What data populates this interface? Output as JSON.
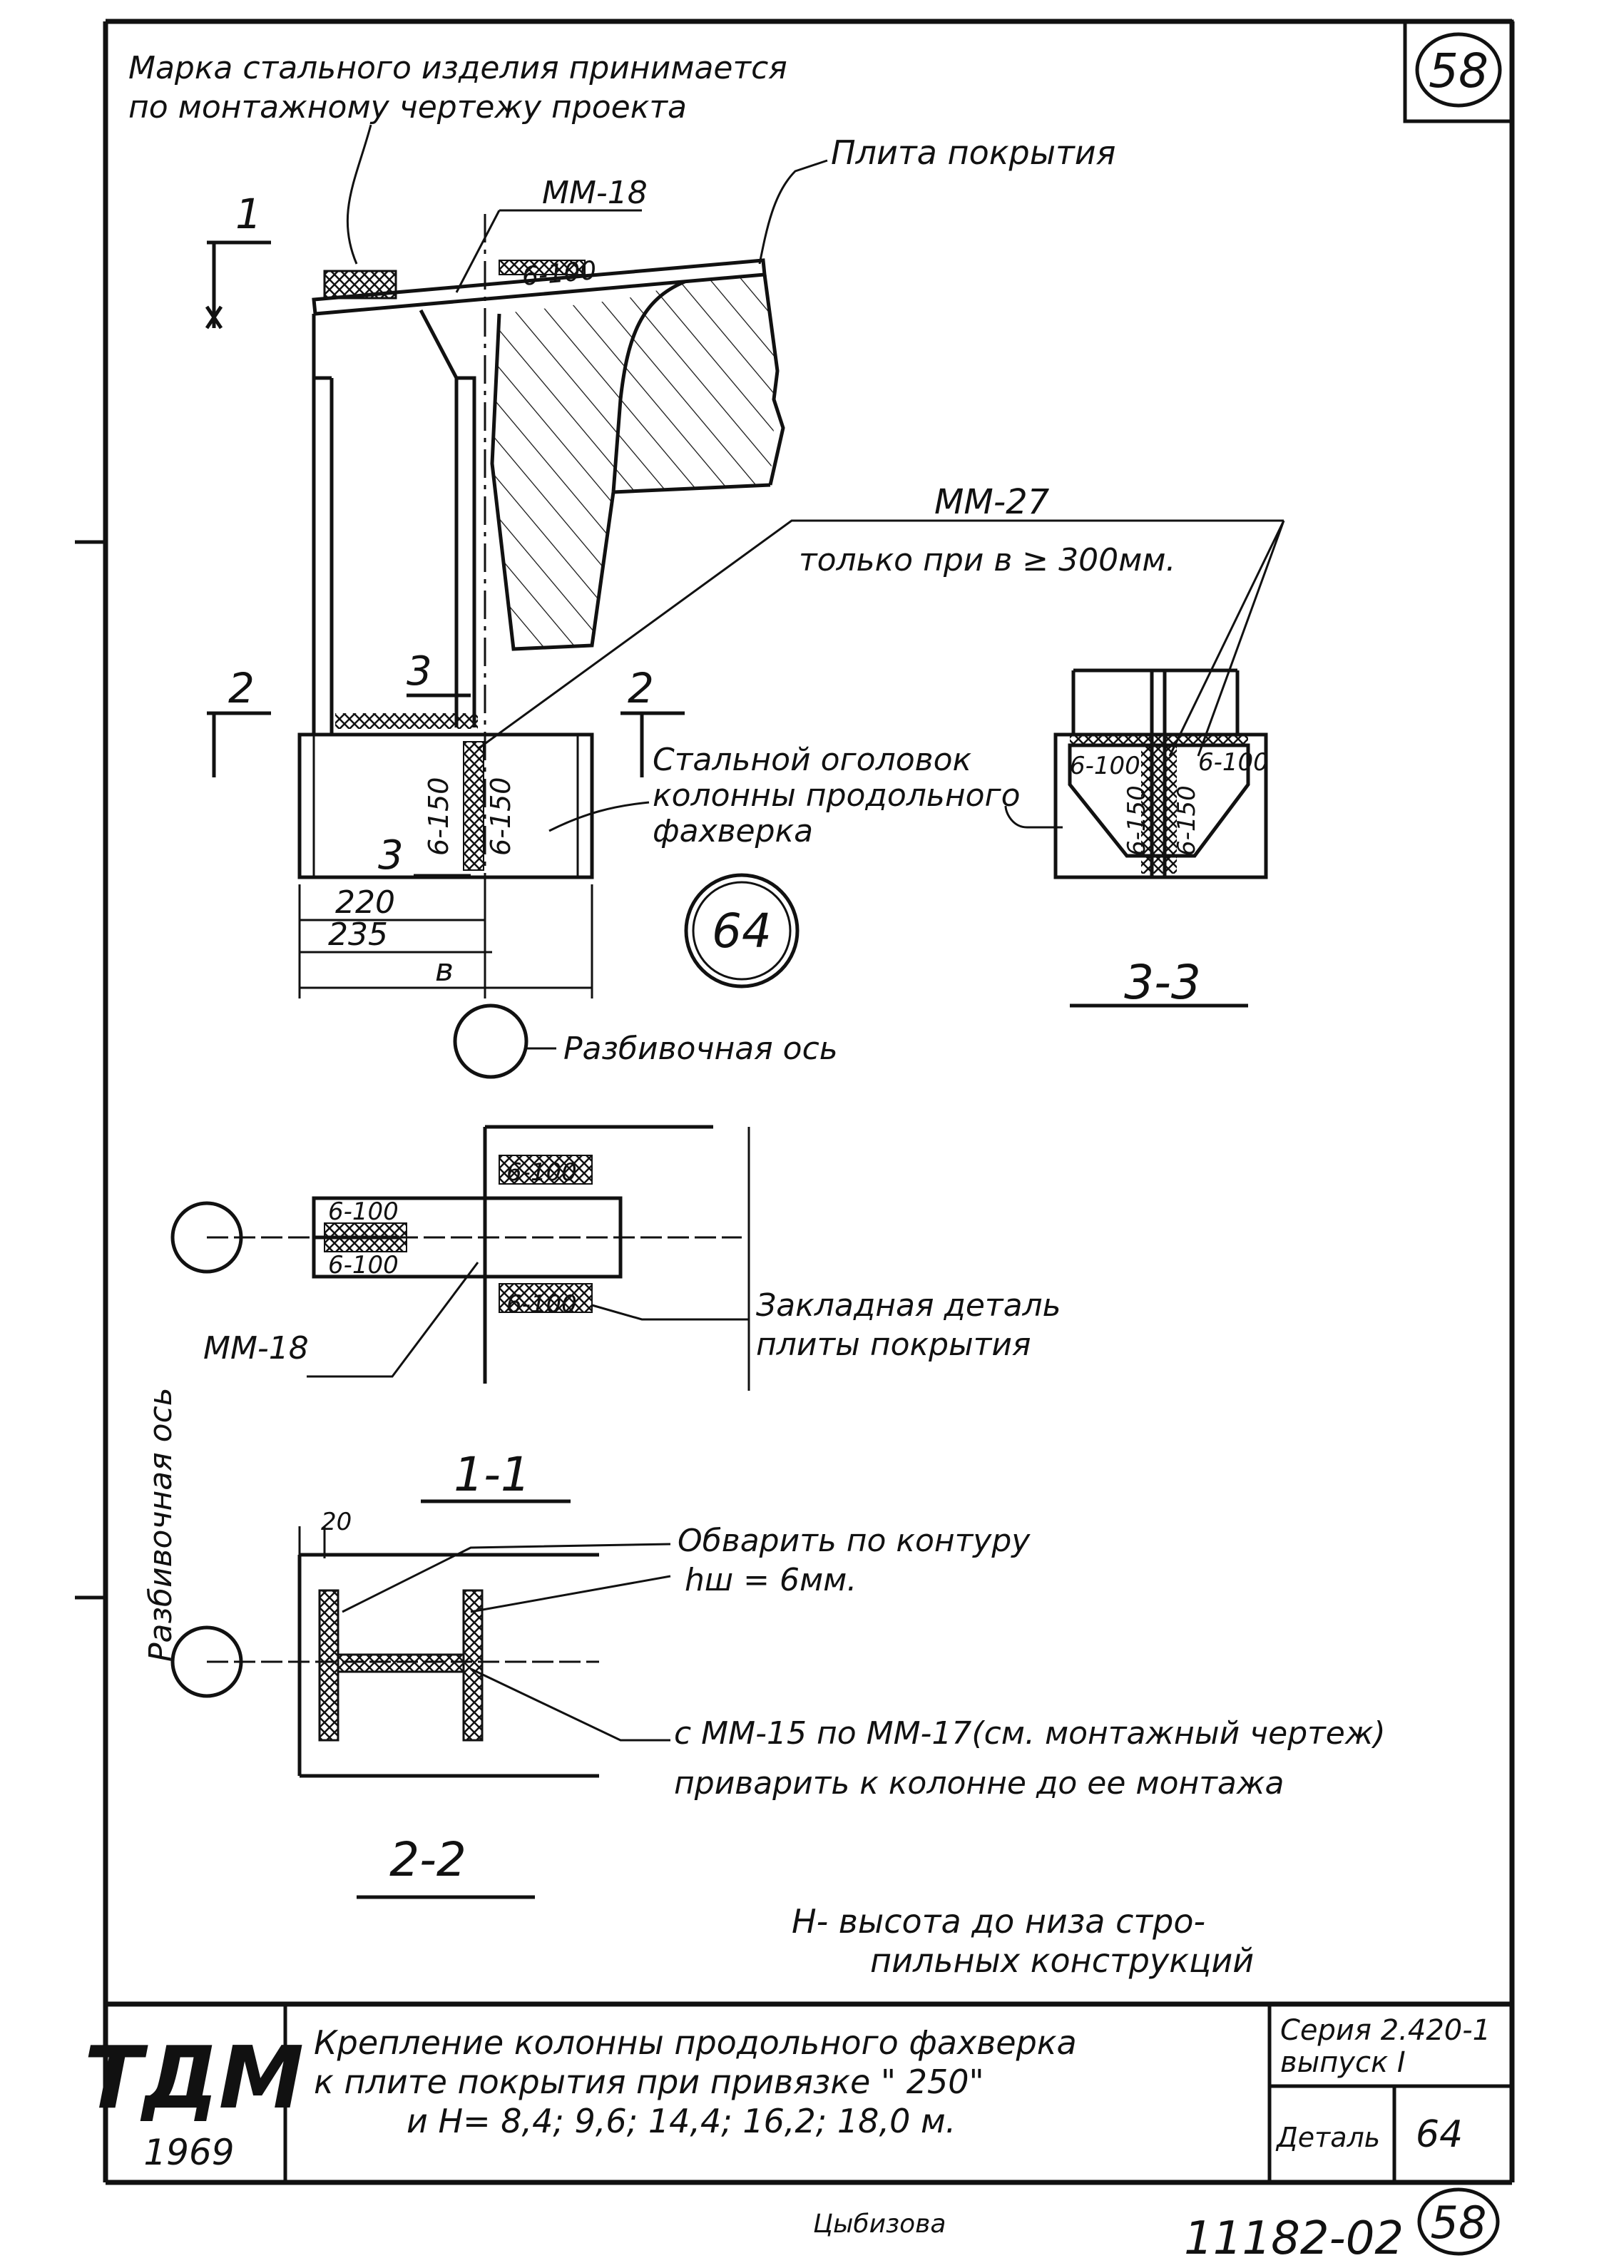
{
  "sheet": {
    "corner_number": "58",
    "bottom_number": "58",
    "archive_number": "11182-02",
    "signature": "Цыбизова"
  },
  "notes": {
    "mark_line1": "Марка стального изделия принимается",
    "mark_line2": "по монтажному чертежу проекта",
    "roof_slab": "Плита покрытия",
    "mm18_top": "ММ-18",
    "mm27": "ММ-27",
    "mm27_cond": "только при в ≥ 300мм.",
    "cap_line1": "Стальной оголовок",
    "cap_line2": "колонны продольного",
    "cap_line3": "фахверка",
    "axis_main": "Разбивочная ось",
    "axis_vertical": "Разбивочная ось",
    "embedded_line1": "Закладная деталь",
    "embedded_line2": "плиты покрытия",
    "mm18_left": "ММ-18",
    "weld_line1": "Обварить по контуру",
    "weld_line2": "hш = 6мм.",
    "mm15_line1": "с ММ-15 по ММ-17(см. монтажный чертеж)",
    "mm15_line2": "приварить к колонне до ее монтажа",
    "h_line1": "Н- высота до низа стро-",
    "h_line2": "пильных конструкций"
  },
  "weld_labels": {
    "top": "6-100",
    "s3_left": "6-100",
    "s3_right": "6-100",
    "s3_vert1": "6-150",
    "s3_vert2": "6-150",
    "main_vert1": "6-150",
    "main_vert2": "6-150",
    "s1_tl": "6-100",
    "s1_bl": "6-100",
    "s1_tr": "6-100",
    "s1_br": "6-100"
  },
  "section_marks": {
    "cut1": "1",
    "cut2": "2",
    "cut3": "3",
    "s11": "1-1",
    "s22": "2-2",
    "s33": "3-3",
    "detail_circle": "64"
  },
  "dimensions": {
    "d220": "220",
    "d235": "235",
    "d_b": "в",
    "d20": "20"
  },
  "title_block": {
    "logo": "ТДМ",
    "year": "1969",
    "title_line1": "Крепление колонны продольного фахверка",
    "title_line2": "к плите покрытия при привязке \" 250\"",
    "title_line3": "и Н= 8,4; 9,6; 14,4; 16,2; 18,0 м.",
    "series_label": "Серия 2.420-1",
    "issue_label": "выпуск I",
    "detail_label": "Деталь",
    "detail_value": "64"
  }
}
